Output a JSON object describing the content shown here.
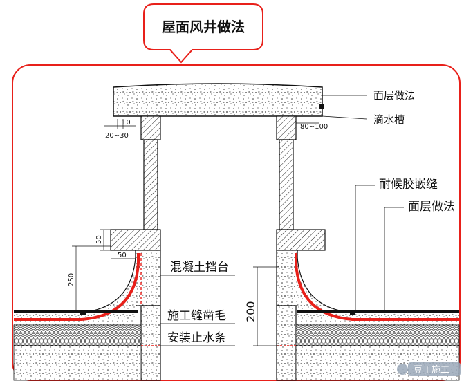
{
  "title": "屋面风井做法",
  "labels": {
    "surface_top": "面层做法",
    "drip_groove": "滴水槽",
    "sealant": "耐候胶嵌缝",
    "surface_right": "面层做法",
    "retaining": "混凝土挡台",
    "construction_joint": "施工缝凿毛",
    "water_stop": "安装止水条"
  },
  "dimensions": {
    "drip_gap": "20~30",
    "drip_width": "10",
    "right_step": "80~100",
    "step_height": "50",
    "step_offset": "50",
    "curb_height": "250",
    "retaining_height": "200"
  },
  "watermark": "豆丁施工",
  "colors": {
    "frame": "#e8201a",
    "waterproof": "#e8201a",
    "line": "#111111"
  }
}
